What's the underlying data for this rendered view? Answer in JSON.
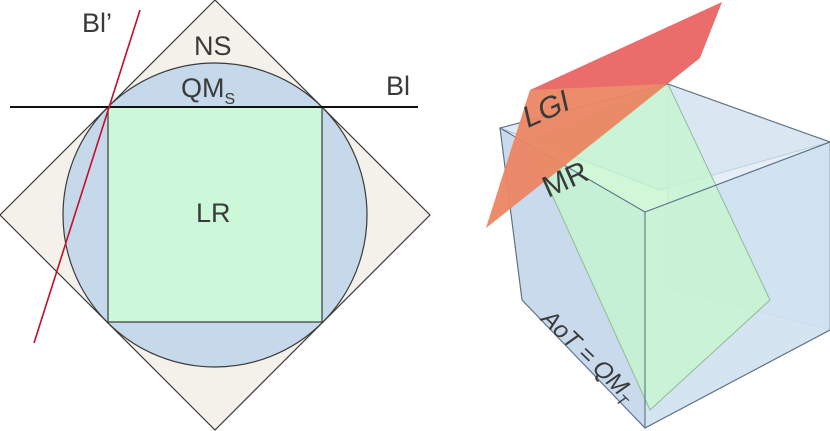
{
  "left_diagram": {
    "labels": {
      "ns": "NS",
      "qm": "QM",
      "qm_sub": "S",
      "bl": "Bl",
      "bl_prime": "Bl’",
      "lr": "LR"
    },
    "colors": {
      "diamond_fill": "#f3f1ea",
      "circle_fill": "#c5d9ea",
      "square_fill": "#ccf7d9",
      "outline": "#3a3a3a",
      "bl_line": "#111111",
      "bl_prime_line": "#c3102a"
    }
  },
  "right_diagram": {
    "labels": {
      "lgi": "LGI",
      "mr": "MR",
      "aot": "AoT = QM",
      "aot_sub": "T"
    },
    "colors": {
      "cube_fill": "#cfe0ef",
      "plane_fill": "#e8605e",
      "slice_fill": "#c6f5cf"
    }
  }
}
